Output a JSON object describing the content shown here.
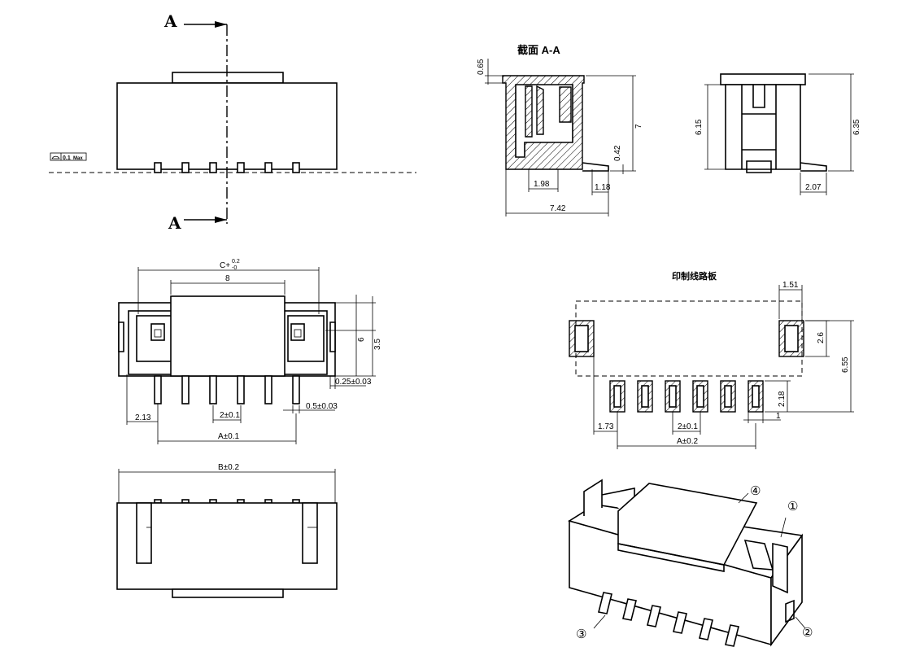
{
  "section_marks": {
    "top": "A",
    "bottom": "A"
  },
  "section_title": "截面   A-A",
  "pcb_title": "印制线路板",
  "flatness": {
    "value": "0.1",
    "suffix": "Max"
  },
  "section_view": {
    "d_065": "0.65",
    "d_7": "7",
    "d_042": "0.42",
    "d_198": "1.98",
    "d_118": "1.18",
    "d_742": "7.42"
  },
  "side_view": {
    "d_615": "6.15",
    "d_635": "6.35",
    "d_207": "2.07"
  },
  "top_view": {
    "d_c": "C+",
    "d_c_tol_up": "0.2",
    "d_c_tol_down": "-0",
    "d_8": "8",
    "d_6": "6",
    "d_35": "3.5",
    "d_025": "0.25±0.03",
    "d_213": "2.13",
    "d_2": "2±0.1",
    "d_05": "0.5±0.03",
    "d_a": "A±0.1"
  },
  "front_view": {
    "d_b": "B±0.2"
  },
  "pcb_view": {
    "d_151": "1.51",
    "d_26": "2.6",
    "d_655": "6.55",
    "d_218": "2.18",
    "d_173": "1.73",
    "d_2": "2±0.1",
    "d_1": "1",
    "d_a": "A±0.2"
  },
  "callouts": [
    "①",
    "②",
    "③",
    "④"
  ]
}
